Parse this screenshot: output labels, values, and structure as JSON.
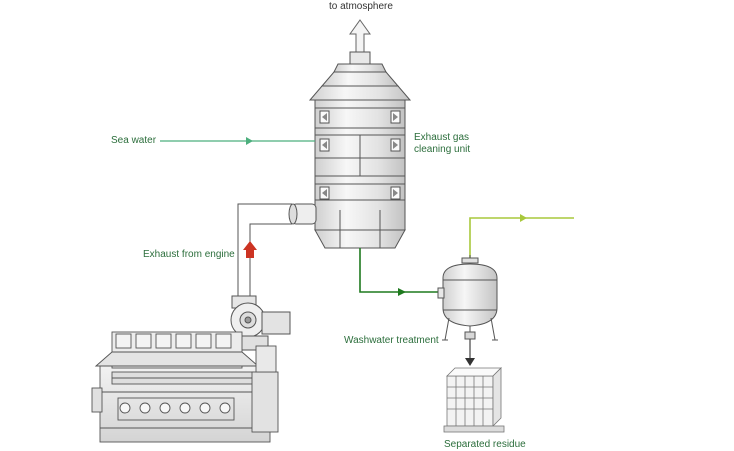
{
  "labels": {
    "to_atmosphere": "to atmosphere",
    "sea_water": "Sea water",
    "exhaust_gas_line1": "Exhaust gas",
    "exhaust_gas_line2": "cleaning unit",
    "exhaust_from_engine": "Exhaust from engine",
    "washwater_treatment": "Washwater treatment",
    "separated_residue": "Separated residue"
  },
  "colors": {
    "sea_water_line": "#4caf7d",
    "washwater_line": "#1f7a1f",
    "treated_outlet_line": "#a8c83c",
    "exhaust_arrow": "#cc3322",
    "outline": "#555555",
    "body_fill": "#e6e6e6",
    "label_green": "#2c6e3c"
  },
  "icons": {
    "outlet_arrow": "up-arrow-icon",
    "exhaust_arrow": "up-arrow-red-icon",
    "flow_arrow": "right-triangle-arrow-icon"
  }
}
